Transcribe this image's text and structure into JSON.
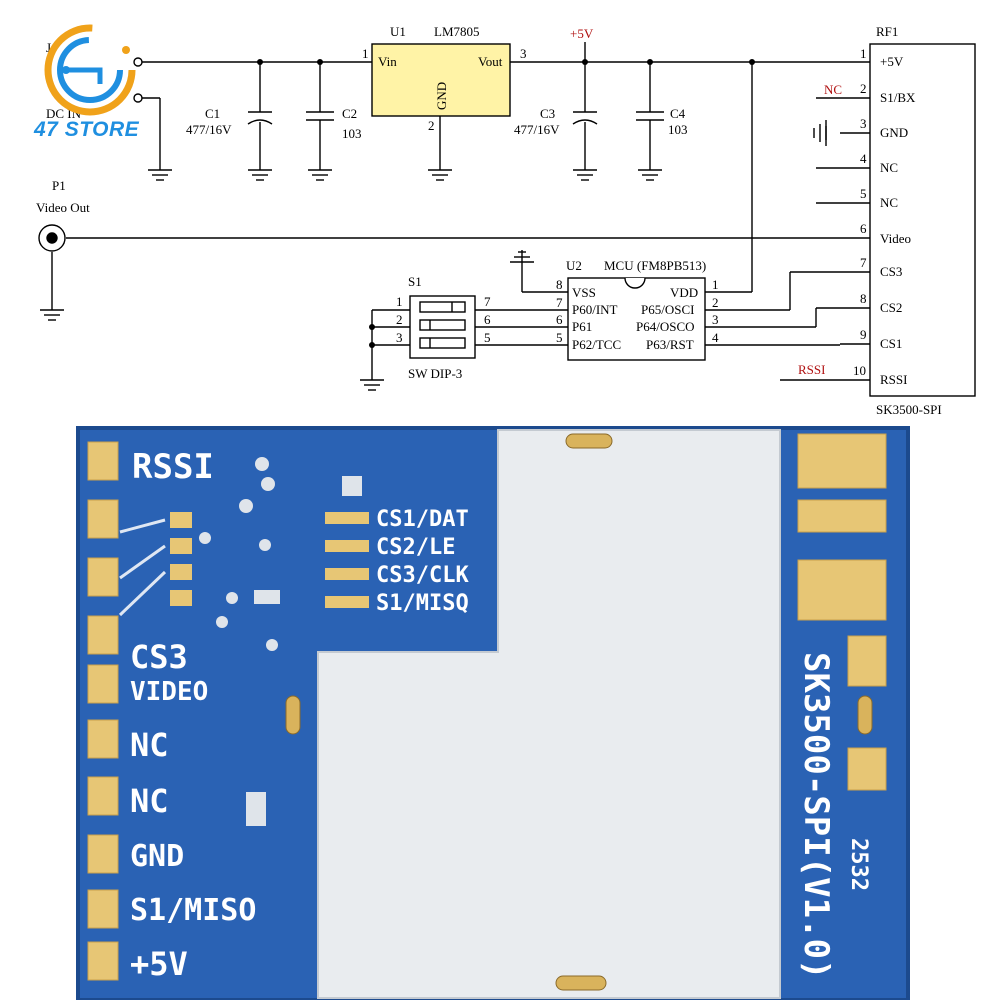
{
  "brand": {
    "name": "47 STORE"
  },
  "schematic": {
    "dc_in": {
      "ref": "J",
      "label": "DC IN"
    },
    "u1": {
      "ref": "U1",
      "part": "LM7805",
      "vin": "Vin",
      "vout": "Vout",
      "gnd": "GND",
      "pin1": "1",
      "pin2": "2",
      "pin3": "3"
    },
    "c1": {
      "ref": "C1",
      "value": "477/16V"
    },
    "c2": {
      "ref": "C2",
      "value": "103"
    },
    "c3": {
      "ref": "C3",
      "value": "477/16V"
    },
    "c4": {
      "ref": "C4",
      "value": "103"
    },
    "rail": "+5V",
    "p1": {
      "ref": "P1",
      "label": "Video Out"
    },
    "s1": {
      "ref": "S1",
      "part": "SW DIP-3",
      "left_pins": [
        "1",
        "2",
        "3"
      ],
      "right_pins": [
        "7",
        "6",
        "5"
      ]
    },
    "u2": {
      "ref": "U2",
      "title": "MCU (FM8PB513)",
      "left": [
        {
          "num": "8",
          "name": "VSS"
        },
        {
          "num": "7",
          "name": "P60/INT"
        },
        {
          "num": "6",
          "name": "P61"
        },
        {
          "num": "5",
          "name": "P62/TCC"
        }
      ],
      "right": [
        {
          "num": "1",
          "name": "VDD"
        },
        {
          "num": "2",
          "name": "P65/OSCI"
        },
        {
          "num": "3",
          "name": "P64/OSCO"
        },
        {
          "num": "4",
          "name": "P63/RST"
        }
      ]
    },
    "rf1": {
      "ref": "RF1",
      "part": "SK3500-SPI",
      "pins": [
        {
          "num": "1",
          "name": "+5V"
        },
        {
          "num": "2",
          "name": "S1/BX"
        },
        {
          "num": "3",
          "name": "GND"
        },
        {
          "num": "4",
          "name": "NC"
        },
        {
          "num": "5",
          "name": "NC"
        },
        {
          "num": "6",
          "name": "Video"
        },
        {
          "num": "7",
          "name": "CS3"
        },
        {
          "num": "8",
          "name": "CS2"
        },
        {
          "num": "9",
          "name": "CS1"
        },
        {
          "num": "10",
          "name": "RSSI"
        }
      ],
      "nc_label": "NC",
      "rssi_label": "RSSI"
    }
  },
  "pcb": {
    "left_pads": [
      "RSSI",
      "",
      "",
      "",
      "CS3",
      "VIDEO",
      "NC",
      "NC",
      "GND",
      "S1/MISO",
      "+5V"
    ],
    "silk_labels": [
      "CS1/DAT",
      "CS2/LE",
      "CS3/CLK",
      "S1/MISQ"
    ],
    "model": "SK3500-SPI(V1.0)",
    "date_code": "2532",
    "colors": {
      "board": "#2a62b4",
      "board_dark": "#1f4f98",
      "pad": "#e7c675",
      "shield": "#e9ecef"
    }
  }
}
